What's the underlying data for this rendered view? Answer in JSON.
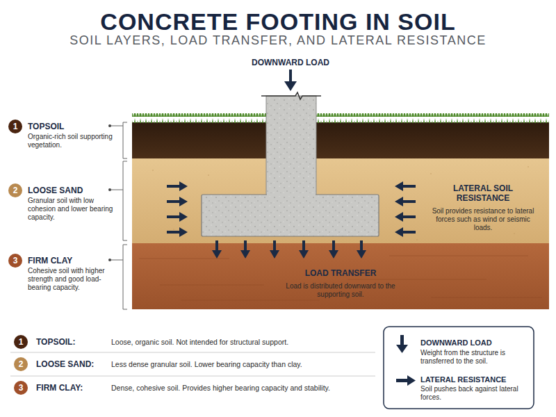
{
  "diagram": {
    "title": "CONCRETE FOOTING IN SOIL",
    "nodes": [
      {
        "text": [
          "LATERAL SOIL RESISTANCE",
          "Soil provides resistance to lateral forces such as wind or seismic loads."
        ]
      },
      {
        "text": [
          "LOAD TRANSFER",
          "Load is distributed downward to the supporting soil."
        ]
      }
    ],
    "labels": [
      "SOIL LAYERS, LOAD TRANSFER, AND LATERAL RESISTANCE",
      "DOWNWARD LOAD",
      "1",
      "TOPSOIL",
      "Organic-rich soil supporting vegetation.",
      "2",
      "LOOSE SAND",
      "Granular soil with low cohesion and lower bearing capacity.",
      "3",
      "FIRM CLAY",
      "Cohesive soil with higher strength and good load-bearing capacity.",
      "1",
      "TOPSOIL:",
      "Loose, organic soil. Not intended for structural support.",
      "2",
      "LOOSE SAND:",
      "Less dense granular soil. Lower bearing capacity than clay.",
      "3",
      "FIRM CLAY:",
      "Dense, cohesive soil. Provides higher bearing capacity and stability.",
      "Weight from the structure is transferred to the soil.",
      "Soil pushes back against lateral forces."
    ],
    "legend": [
      {
        "text": "DOWNWARD LOAD"
      },
      {
        "text": "LATERAL RESISTANCE"
      }
    ]
  }
}
